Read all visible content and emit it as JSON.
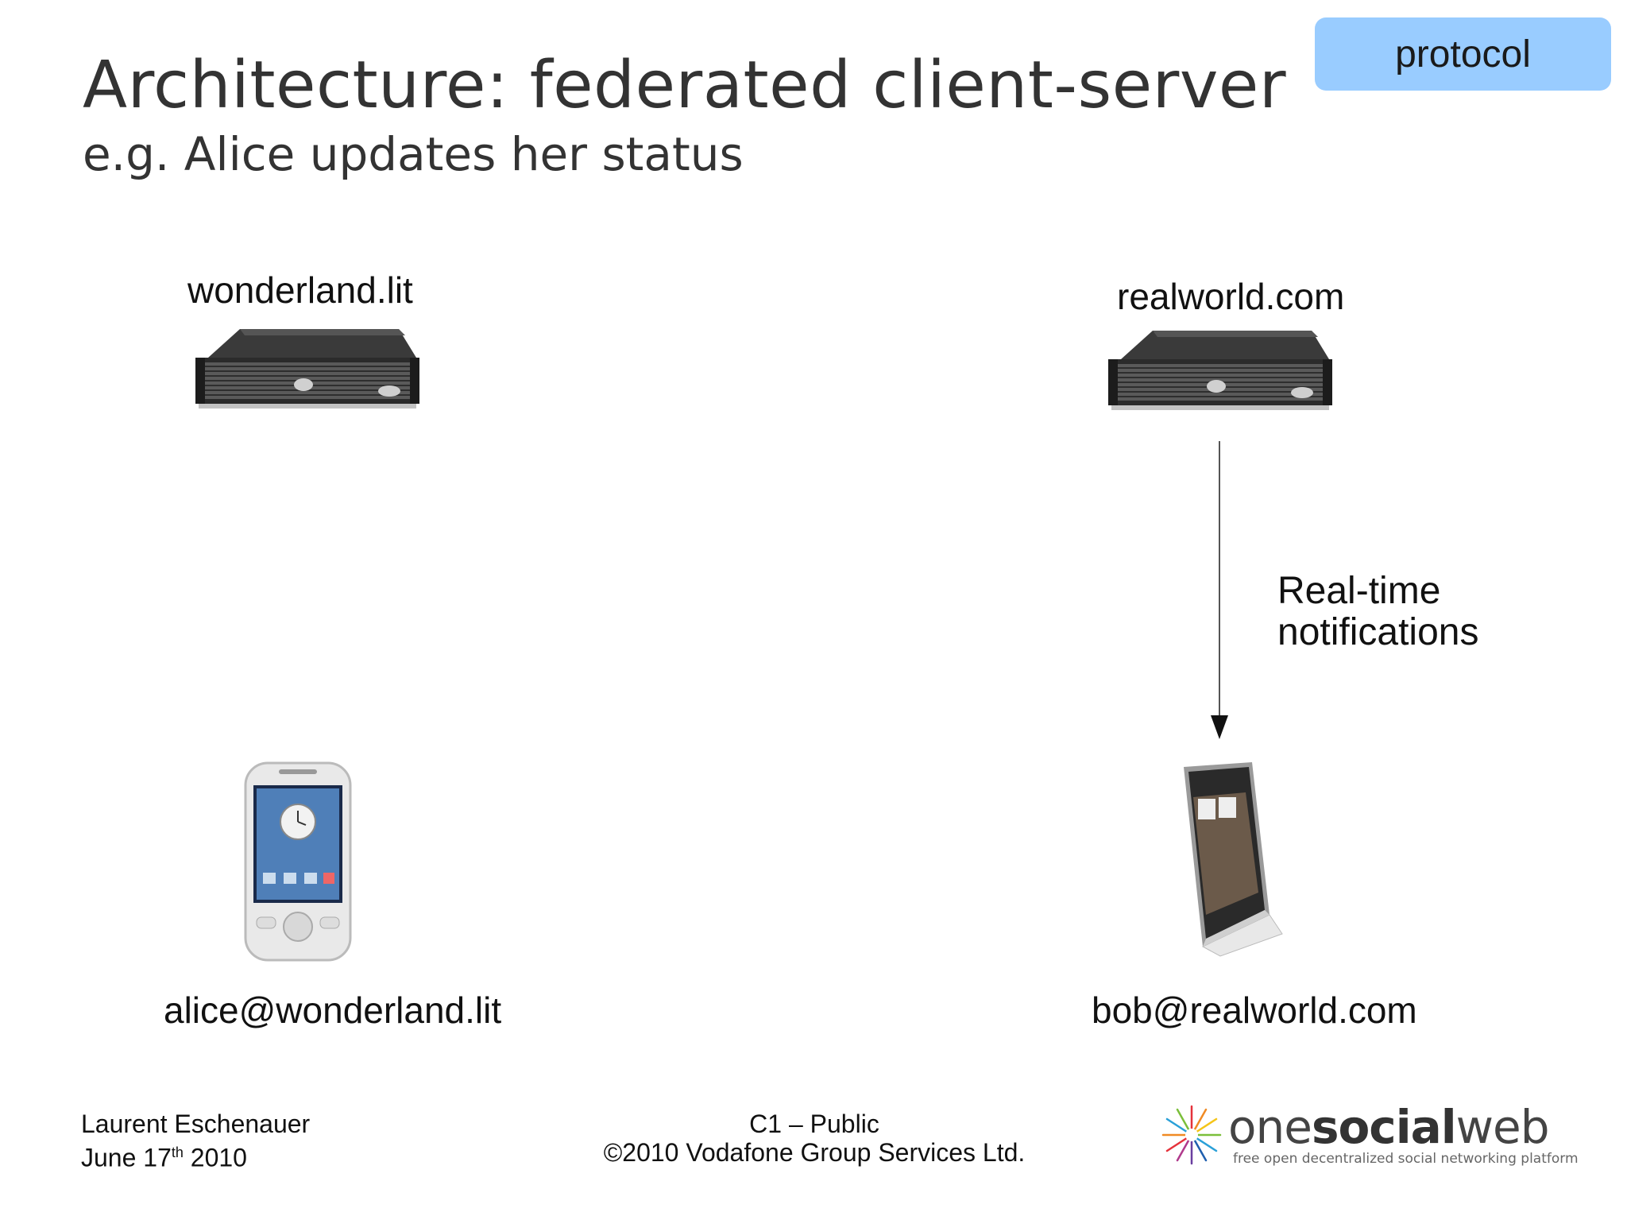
{
  "slide": {
    "title": "Architecture: federated client-server",
    "subtitle": "e.g. Alice updates her status",
    "badge": "protocol"
  },
  "nodes": {
    "server_left": {
      "label": "wonderland.lit",
      "icon": "server-icon"
    },
    "server_right": {
      "label": "realworld.com",
      "icon": "server-icon"
    },
    "client_left": {
      "label": "alice@wonderland.lit",
      "icon": "smartphone-icon"
    },
    "client_right": {
      "label": "bob@realworld.com",
      "icon": "smartphone-icon"
    }
  },
  "edges": [
    {
      "from": "realworld.com",
      "to": "bob@realworld.com",
      "label_line1": "Real-time",
      "label_line2": "notifications"
    }
  ],
  "footer": {
    "author": "Laurent Eschenauer",
    "date_prefix": "June 17",
    "date_sup": "th",
    "date_suffix": " 2010",
    "classification": "C1 – Public",
    "copyright": "©2010 Vodafone Group Services Ltd.",
    "logo_one": "one",
    "logo_social": "social",
    "logo_web": "web",
    "logo_tagline": "free open decentralized social networking platform"
  },
  "colors": {
    "badge": "#99ccff",
    "title_text": "#333333"
  }
}
